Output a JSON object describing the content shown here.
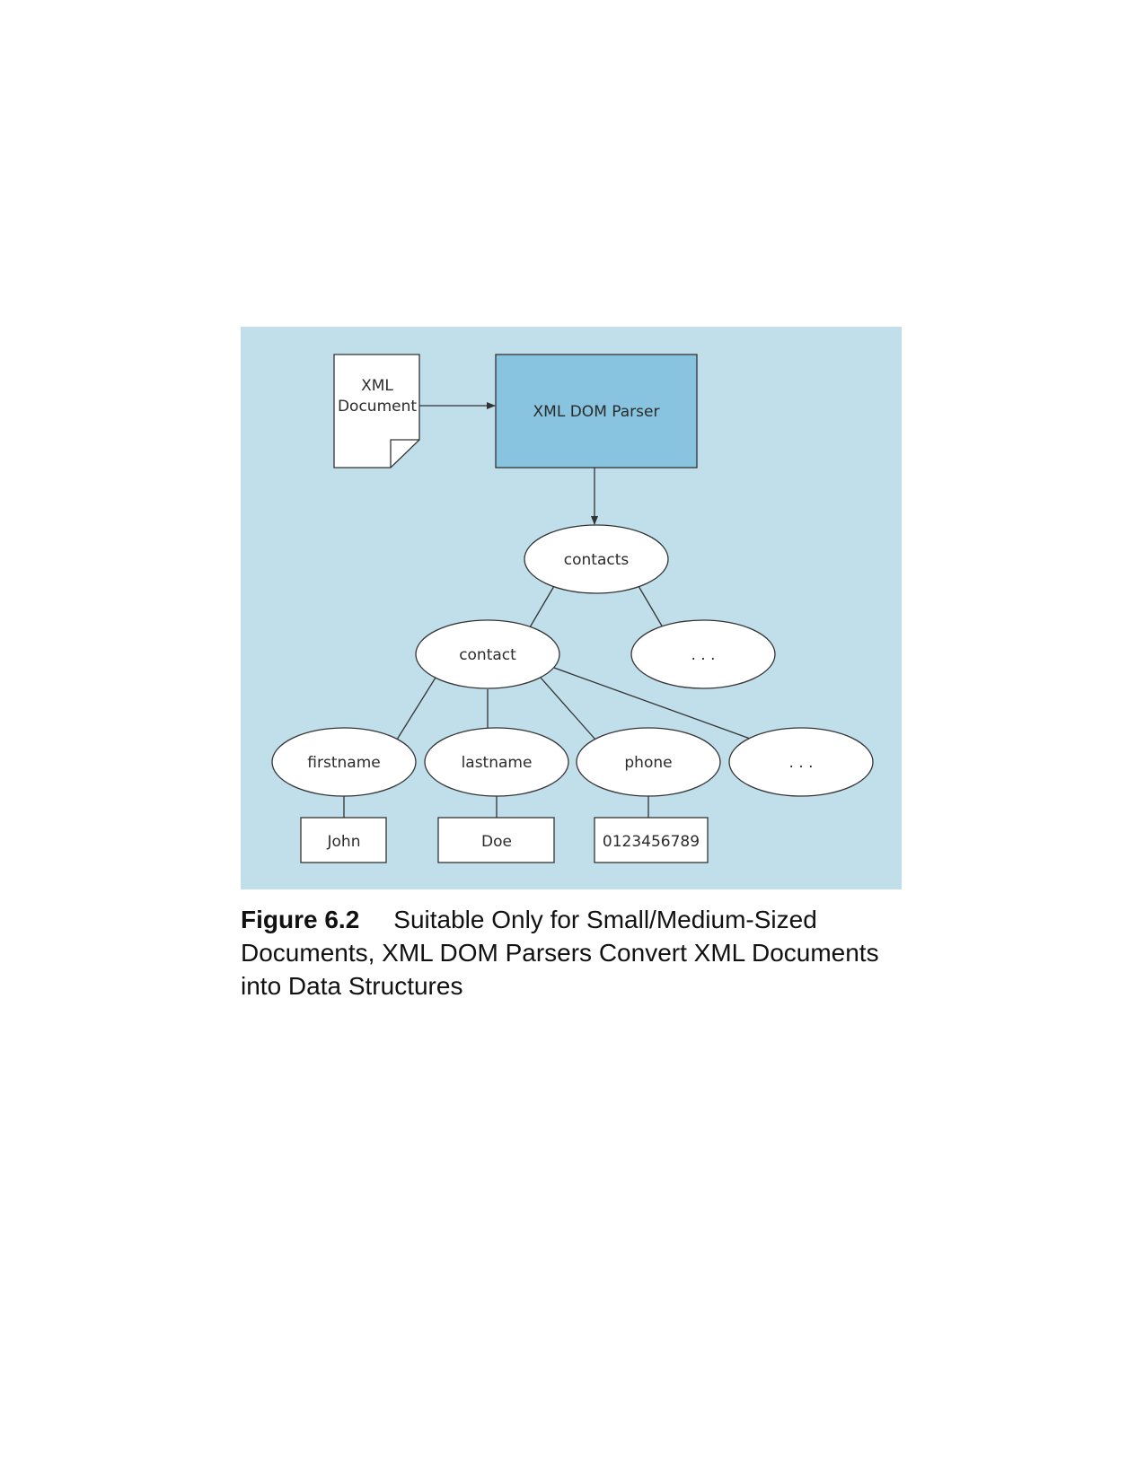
{
  "diagram": {
    "source_doc": {
      "line1": "XML",
      "line2": "Document"
    },
    "parser": {
      "label": "XML DOM Parser"
    },
    "nodes": {
      "contacts": "contacts",
      "contact": "contact",
      "contacts_more": ". . .",
      "firstname": "firstname",
      "lastname": "lastname",
      "phone": "phone",
      "contact_more": ". . ."
    },
    "values": {
      "firstname": "John",
      "lastname": "Doe",
      "phone": "0123456789"
    },
    "colors": {
      "background": "#c0dfeb",
      "parser_fill": "#88c4e0",
      "stroke": "#333333",
      "node_fill": "#ffffff"
    }
  },
  "caption": {
    "label": "Figure 6.2",
    "text": "Suitable Only for Small/Medium-Sized Documents, XML DOM Parsers Convert XML Documents into Data Structures"
  }
}
